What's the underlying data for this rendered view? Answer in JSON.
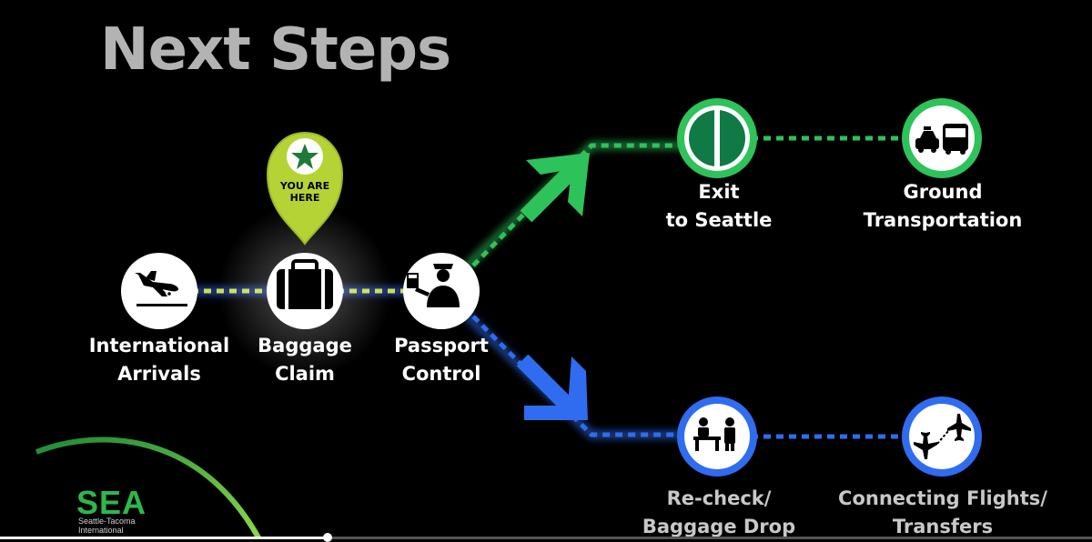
{
  "title": "Next Steps",
  "marker": {
    "line1": "YOU ARE",
    "line2": "HERE"
  },
  "nodes": {
    "arrivals": {
      "line1": "International",
      "line2": "Arrivals"
    },
    "baggage": {
      "line1": "Baggage",
      "line2": "Claim"
    },
    "passport": {
      "line1": "Passport",
      "line2": "Control"
    },
    "exit": {
      "line1": "Exit",
      "line2": "to Seattle"
    },
    "ground": {
      "line1": "Ground",
      "line2": "Transportation"
    },
    "recheck": {
      "line1": "Re-check/",
      "line2": "Baggage Drop"
    },
    "connecting": {
      "line1": "Connecting Flights/",
      "line2": "Transfers"
    }
  },
  "logo": {
    "name": "SEA",
    "sub1": "Seattle-Tacoma",
    "sub2": "International"
  },
  "progress": {
    "fraction": 0.3
  },
  "colors": {
    "green_path": "#2ec25a",
    "blue_path": "#2f6cf0",
    "yellow_path": "#c8e04a",
    "marker": "#b5d334",
    "exit_icon": "#0f7a45"
  }
}
